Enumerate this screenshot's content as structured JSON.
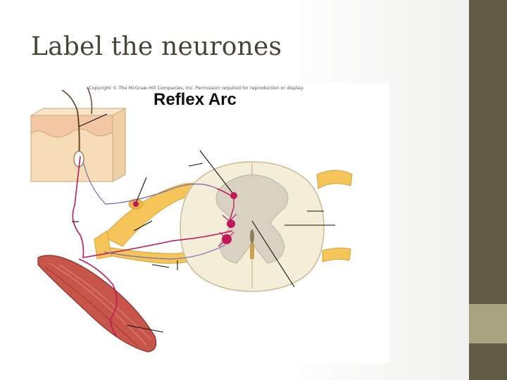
{
  "slide": {
    "title": "Label the neurones",
    "colors": {
      "background": "#ffffff",
      "sidebar": "#615a45",
      "sidebar_accent": "#a7a482",
      "title_text": "#4a4437"
    }
  },
  "figure": {
    "copyright": "Copyright © The McGraw-Hill Companies, Inc. Permission required for reproduction or display.",
    "title": "Reflex Arc",
    "colors": {
      "skin": "#f6ddb8",
      "nerve": "#f5c55a",
      "neuron": "#c2185b",
      "muscle": "#c8554a",
      "grey_matter": "#d9d2c3",
      "white_matter": "#f4eed9"
    }
  }
}
